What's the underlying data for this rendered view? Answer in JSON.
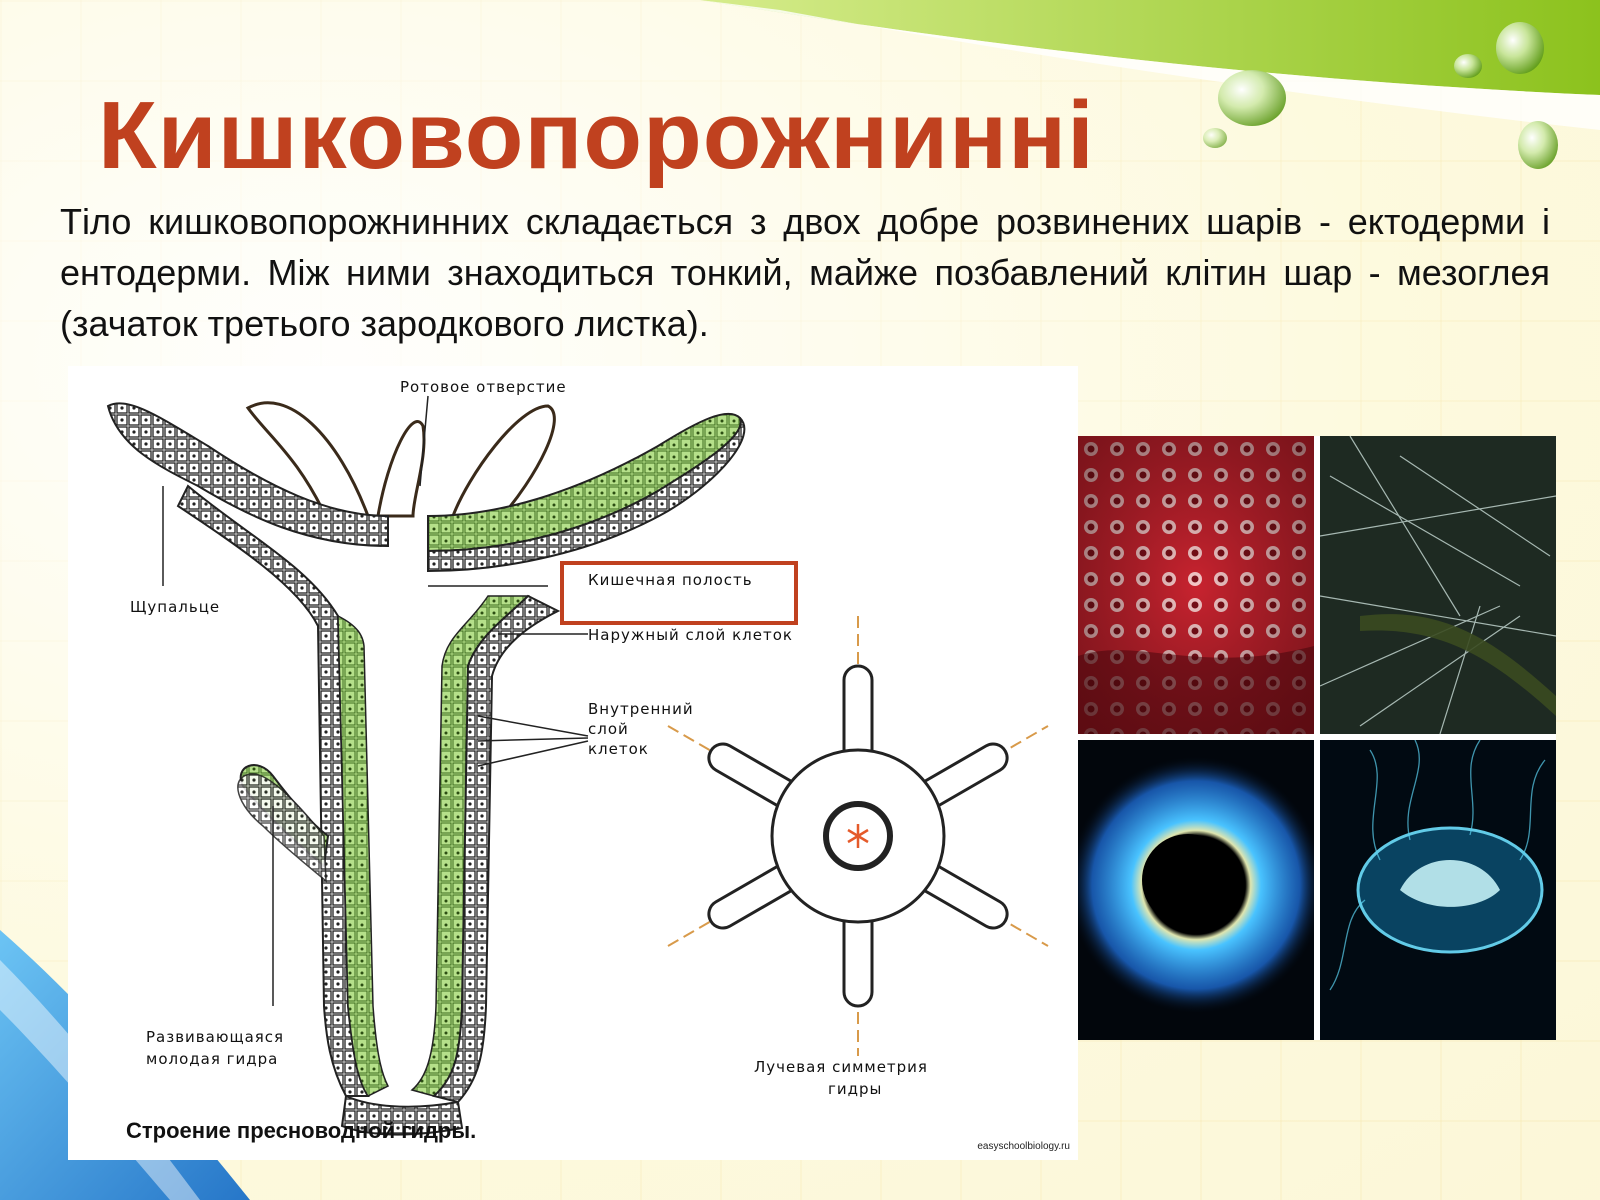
{
  "slide": {
    "title": "Кишковопорожнинні",
    "body": "Тіло кишковопорожнинних складається з двох добре розвинених шарів - ектодерми і ентодерми. Між ними знаходиться тонкий, майже позбавлений клітин шар - мезоглея (зачаток третього зародкового листка)."
  },
  "diagram": {
    "labels": {
      "mouth": "Ротовое отверстие",
      "tentacle": "Щупальце",
      "gut_cavity": "Кишечная полость",
      "outer_layer": "Наружный слой клеток",
      "inner_layer_1": "Внутренний",
      "inner_layer_2": "слой",
      "inner_layer_3": "клеток",
      "young_1": "Развивающаяся",
      "young_2": "молодая гидра",
      "symmetry_1": "Лучевая симметрия",
      "symmetry_2": "гидры"
    },
    "caption": "Строение пресноводной гидры.",
    "watermark": "easyschoolbiology.ru"
  },
  "photos": [
    {
      "name": "coral-polyps-photo"
    },
    {
      "name": "hydroid-colony-photo"
    },
    {
      "name": "blue-jellyfish-photo"
    },
    {
      "name": "moon-jellyfish-photo"
    }
  ],
  "colors": {
    "title": "#c0411f",
    "highlight_box": "#c0411f",
    "theme_green": "#9dcb2d",
    "theme_blue": "#3aa0e0",
    "endoderm_green": "#a8dc78"
  }
}
